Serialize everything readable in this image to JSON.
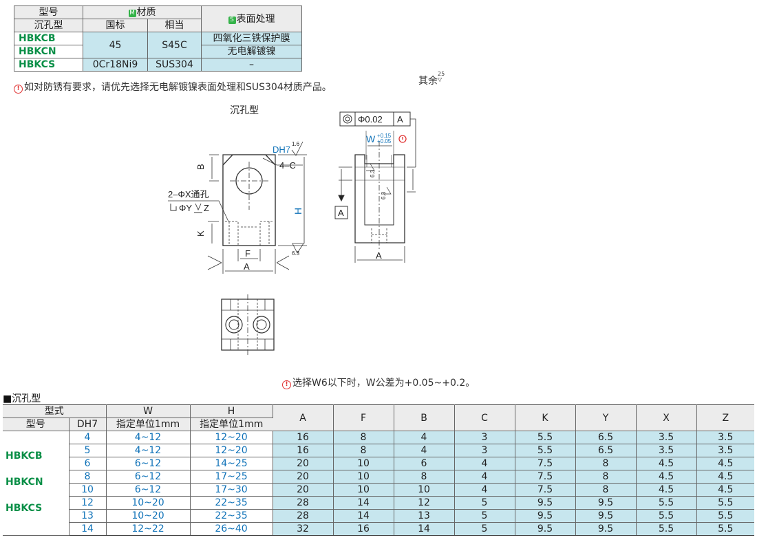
{
  "material_table": {
    "h_model": "型号",
    "h_material_prefix": "M",
    "h_material": "材质",
    "h_surface_prefix": "S",
    "h_surface": "表面处理",
    "h_sub_type": "沉孔型",
    "h_national": "国标",
    "h_equivalent": "相当",
    "rows": [
      {
        "model": "HBKCB",
        "surface": "四氧化三铁保护膜"
      },
      {
        "model": "HBKCN",
        "surface": "无电解镀镍"
      },
      {
        "model": "HBKCS",
        "national": "0Cr18Ni9",
        "equivalent": "SUS304",
        "surface": "–"
      }
    ],
    "merged_national": "45",
    "merged_equivalent": "S45C"
  },
  "note_rust": "如对防锈有要求，请优先选择无电解镀镍表面处理和SUS304材质产品。",
  "note_w": "选择W6以下时，W公差为+0.05~+0.2。",
  "rest_label": "其余",
  "rest_roughness": "25",
  "drawing": {
    "title": "沉孔型",
    "dh7": "DH7",
    "roughness_16": "1.6",
    "roughness_63": "6.3",
    "chamfer": "4–C",
    "b": "B",
    "h": "H",
    "k": "K",
    "f": "F",
    "a": "A",
    "hole_line1": "2–ΦX通孔",
    "hole_line2": "ΦY",
    "hole_line2_z": "Z",
    "datum": "A",
    "tol_value": "Φ0.02",
    "tol_datum": "A",
    "w": "W",
    "w_tol_up": "+0.15",
    "w_tol_low": "+0.05",
    "colors": {
      "blue": "#0f72b8",
      "green": "#0a8f47",
      "red": "#e03030"
    }
  },
  "section_title": "■沉孔型",
  "dim_table": {
    "h_form": "型式",
    "h_model": "型号",
    "h_dh7": "DH7",
    "h_w": "W",
    "h_w_sub": "指定单位1mm",
    "h_h": "H",
    "h_h_sub": "指定单位1mm",
    "h_cols": [
      "A",
      "F",
      "B",
      "C",
      "K",
      "Y",
      "X",
      "Z"
    ],
    "models": [
      "HBKCB",
      "HBKCN",
      "HBKCS"
    ],
    "rows": [
      {
        "d": "4",
        "w": "4~12",
        "h": "12~20",
        "vals": [
          "16",
          "8",
          "4",
          "3",
          "5.5",
          "6.5",
          "3.5",
          "3.5"
        ]
      },
      {
        "d": "5",
        "w": "4~12",
        "h": "12~20",
        "vals": [
          "16",
          "8",
          "4",
          "3",
          "5.5",
          "6.5",
          "3.5",
          "3.5"
        ]
      },
      {
        "d": "6",
        "w": "6~12",
        "h": "14~25",
        "vals": [
          "20",
          "10",
          "6",
          "4",
          "7.5",
          "8",
          "4.5",
          "4.5"
        ]
      },
      {
        "d": "8",
        "w": "6~12",
        "h": "17~25",
        "vals": [
          "20",
          "10",
          "8",
          "4",
          "7.5",
          "8",
          "4.5",
          "4.5"
        ]
      },
      {
        "d": "10",
        "w": "6~12",
        "h": "17~30",
        "vals": [
          "20",
          "10",
          "10",
          "4",
          "7.5",
          "8",
          "4.5",
          "4.5"
        ]
      },
      {
        "d": "12",
        "w": "10~20",
        "h": "22~35",
        "vals": [
          "28",
          "14",
          "12",
          "5",
          "9.5",
          "9.5",
          "5.5",
          "5.5"
        ]
      },
      {
        "d": "13",
        "w": "10~20",
        "h": "22~35",
        "vals": [
          "28",
          "14",
          "13",
          "5",
          "9.5",
          "9.5",
          "5.5",
          "5.5"
        ]
      },
      {
        "d": "14",
        "w": "12~22",
        "h": "26~40",
        "vals": [
          "32",
          "16",
          "14",
          "5",
          "9.5",
          "9.5",
          "5.5",
          "5.5"
        ]
      }
    ]
  }
}
